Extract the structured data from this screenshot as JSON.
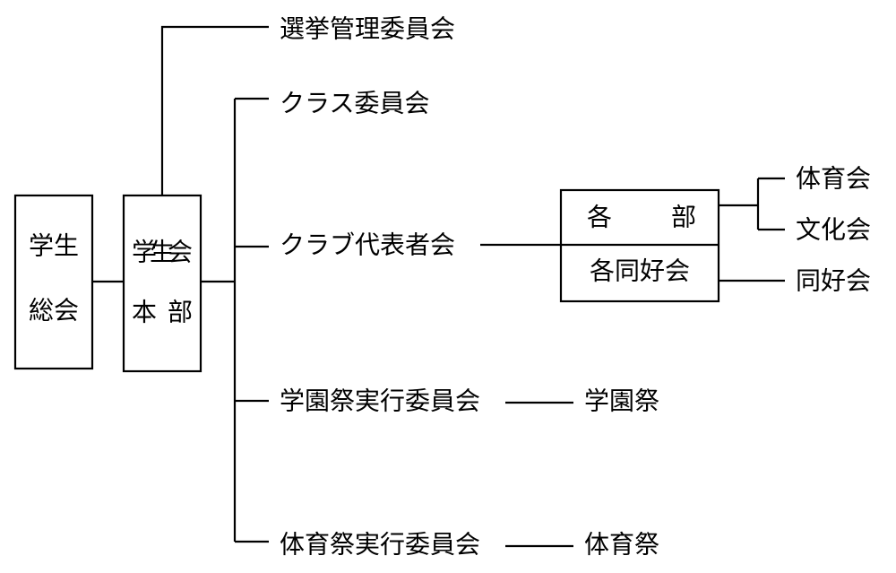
{
  "org_chart": {
    "general_assembly": {
      "line1": "学生",
      "line2": "総会"
    },
    "council_hq": {
      "line1": "学生会",
      "line2": "本部"
    },
    "committees": {
      "election": "選挙管理委員会",
      "class": "クラス委員会",
      "club_reps": "クラブ代表者会",
      "school_festival": "学園祭実行委員会",
      "sports_festival": "体育祭実行委員会"
    },
    "club_box": {
      "clubs": {
        "left": "各",
        "right": "部"
      },
      "circles": "各同好会"
    },
    "leaves": {
      "athletic": "体育会",
      "culture": "文化会",
      "circles": "同好会",
      "school_festival": "学園祭",
      "sports_festival": "体育祭"
    }
  }
}
